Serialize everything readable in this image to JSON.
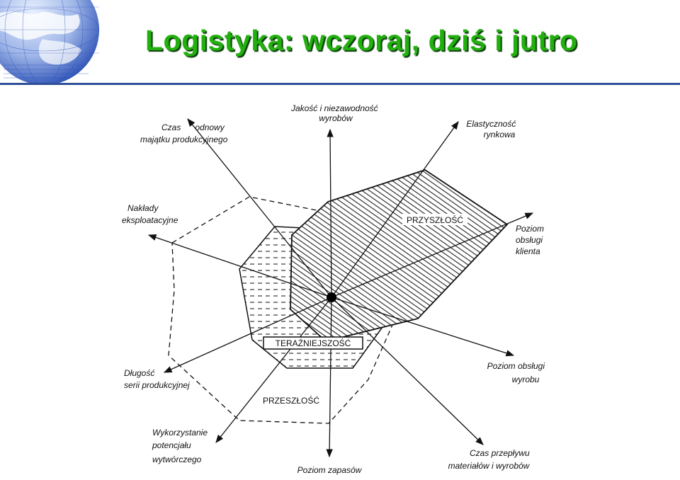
{
  "title": "Logistyka: wczoraj, dziś i jutro",
  "colors": {
    "title": "#22b00e",
    "title_shadow": "#0a3d0a",
    "header_rule": "#2f4f97",
    "globe": "#2a4fb5"
  },
  "header": {
    "logo": "globe-icon"
  },
  "diagram": {
    "axes": {
      "jakosc": [
        "Jakość i niezawodność",
        "wyrobów"
      ],
      "elastycznosc": [
        "Elastyczność",
        "rynkowa"
      ],
      "obsluga_klienta": [
        "Poziom",
        "obsługi",
        "klienta"
      ],
      "obsluga_wyrobu": [
        "Poziom obsługi",
        "wyrobu"
      ],
      "czas_przeplywu": [
        "Czas przepływu",
        "materiałów i wyrobów"
      ],
      "zapasy": [
        "Poziom zapasów"
      ],
      "wykorzystanie": [
        "Wykorzystanie",
        "potencjału",
        "wytwórczego"
      ],
      "dlugosc": [
        "Długość",
        "serii produkcyjnej"
      ],
      "naklady": [
        "Nakłady",
        "eksploatacyjne"
      ],
      "czas_odnowy": [
        "Czas      odnowy",
        "majątku produkcyjnego"
      ]
    },
    "zones": {
      "future": "PRZYSZŁOŚĆ",
      "present": "TERAŹNIEJSZOŚĆ",
      "past": "PRZESZŁOŚĆ"
    }
  }
}
